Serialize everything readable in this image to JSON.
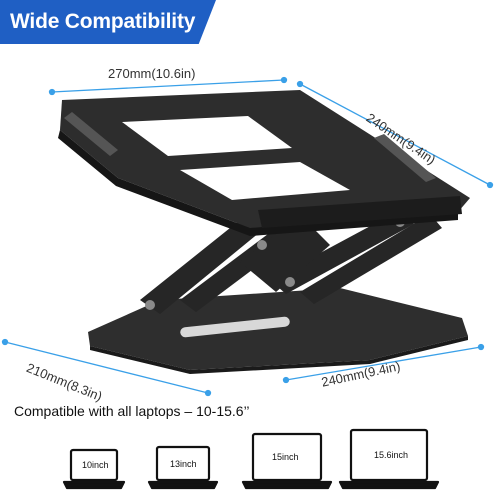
{
  "banner": {
    "title": "Wide Compatibility",
    "color": "#1f5fc4"
  },
  "dimensions": {
    "top": "270mm(10.6in)",
    "right": "240mm(9.4in)",
    "bottom_left": "210mm(8.3in)",
    "bottom_right": "240mm(9.4in)"
  },
  "compatibility": {
    "text": "Compatible with all laptops – 10-15.6’’",
    "laptops": [
      {
        "label": "10inch"
      },
      {
        "label": "13inch"
      },
      {
        "label": "15inch"
      },
      {
        "label": "15.6inch"
      }
    ]
  },
  "colors": {
    "stand": "#2b2b2b",
    "accent": "#1f5fc4",
    "guide": "#3aa0e8"
  }
}
